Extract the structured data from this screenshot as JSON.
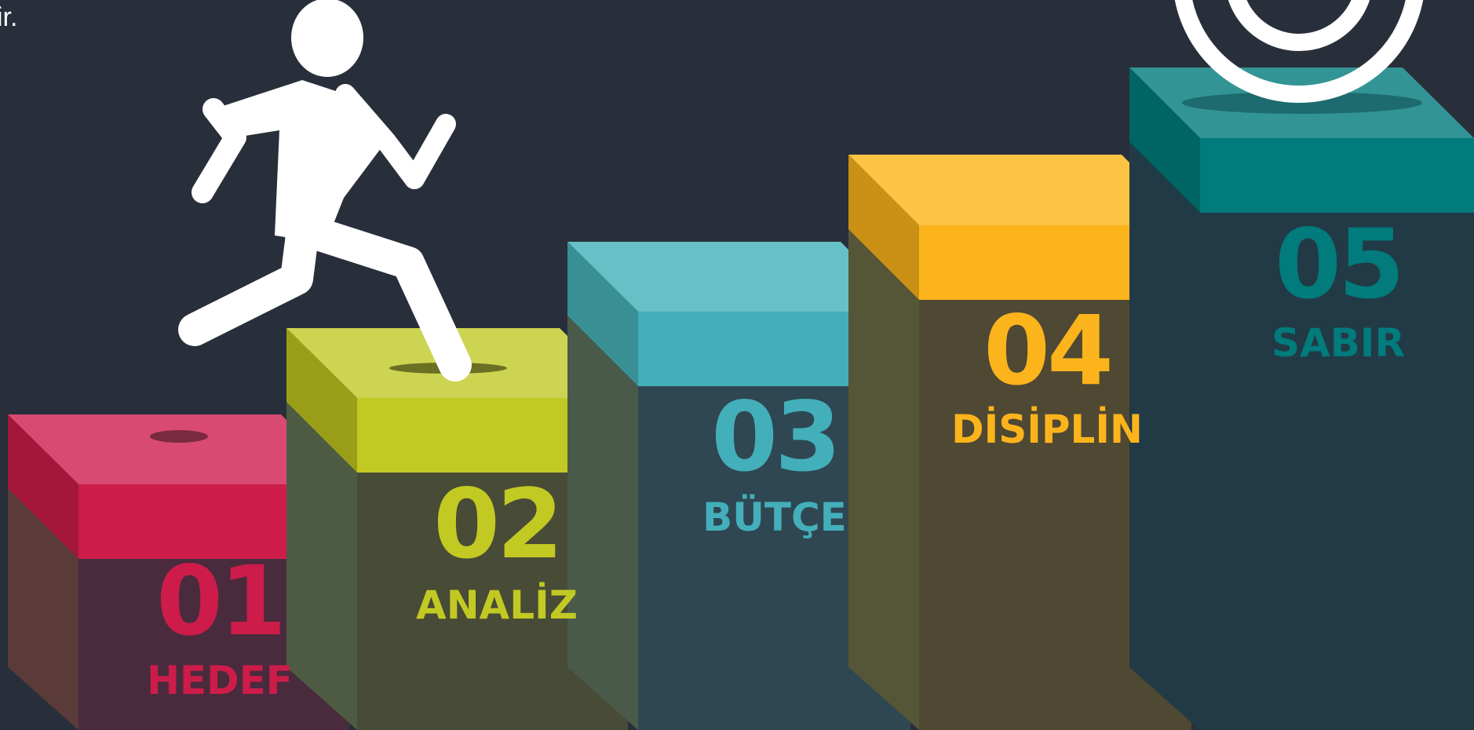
{
  "corner_text": "ir.",
  "steps": [
    {
      "number": "01",
      "label": "HEDEF",
      "color": "#cd1c4a",
      "top_color": "#d84a72",
      "side_color": "#a3173b",
      "body_color": "#4a2b3d",
      "body_side": "#5b3a3a"
    },
    {
      "number": "02",
      "label": "ANALİZ",
      "color": "#c2c923",
      "top_color": "#cdd452",
      "side_color": "#9a9f1a",
      "body_color": "#484b35",
      "body_side": "#4d5b42"
    },
    {
      "number": "03",
      "label": "BÜTÇE",
      "color": "#43afba",
      "top_color": "#67c0c5",
      "side_color": "#388f94",
      "body_color": "#2e4752",
      "body_side": "#4a5a4a"
    },
    {
      "number": "04",
      "label": "DİSİPLİN",
      "color": "#fcb41c",
      "top_color": "#fdc342",
      "side_color": "#c99015",
      "body_color": "#4f4833",
      "body_side": "#555537"
    },
    {
      "number": "05",
      "label": "SABIR",
      "color": "#017b7c",
      "top_color": "#339495",
      "side_color": "#016465",
      "body_color": "#223a45",
      "body_side": "#223a45"
    }
  ],
  "icons": [
    "running-person-icon",
    "target-icon"
  ]
}
